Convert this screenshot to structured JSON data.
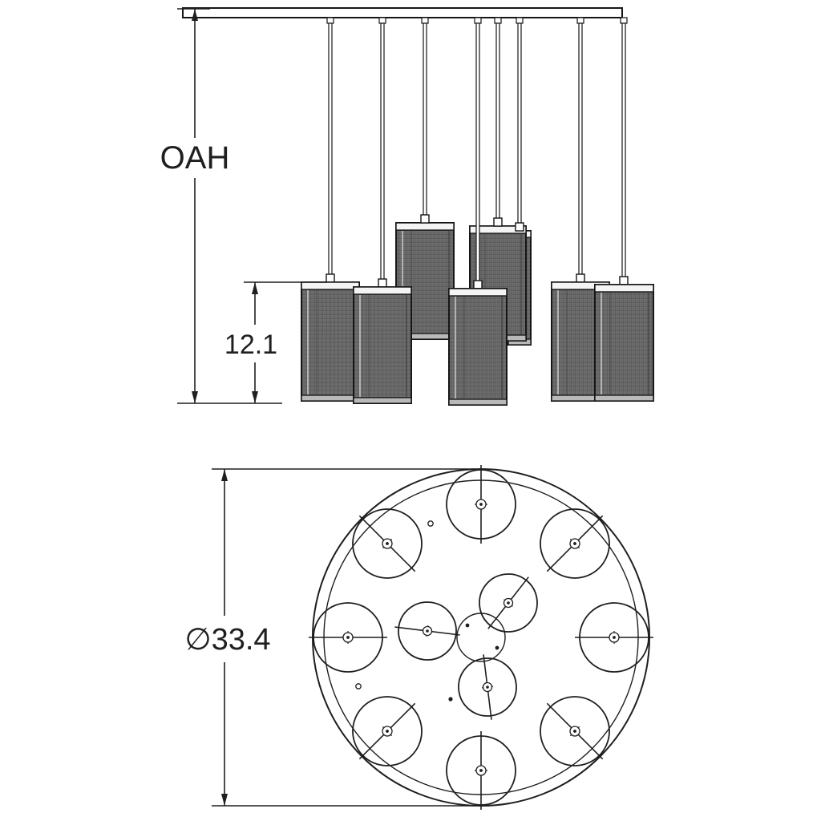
{
  "drawing": {
    "labels": {
      "overall_height": "OAH",
      "shade_height": "12.1",
      "diameter": "∅33.4"
    },
    "colors": {
      "line": "#1f1f1f",
      "shade_fill": "#6f6f6f",
      "background": "#ffffff"
    },
    "views": {
      "elevation_pendants_visible": 8,
      "plan_pendants": 11
    }
  }
}
